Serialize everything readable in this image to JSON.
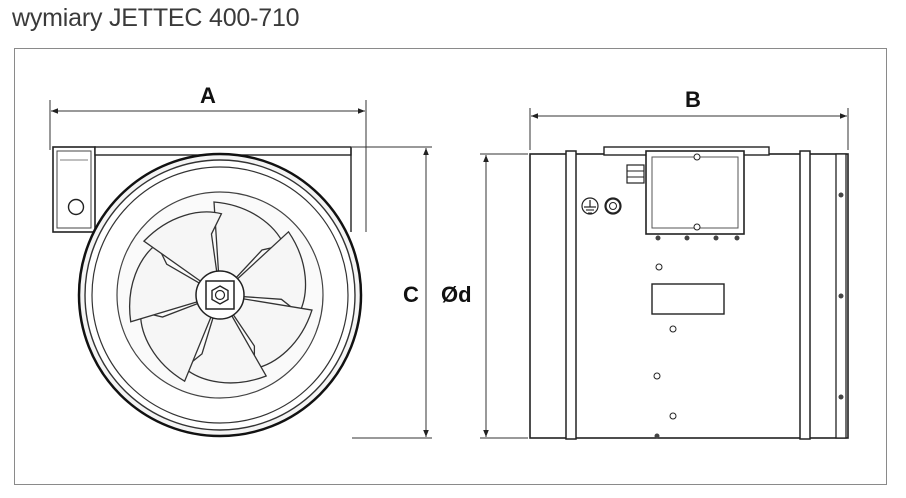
{
  "title": "wymiary JETTEC 400-710",
  "dimensions": {
    "a": "A",
    "b": "B",
    "c": "C",
    "d": "Ød"
  }
}
